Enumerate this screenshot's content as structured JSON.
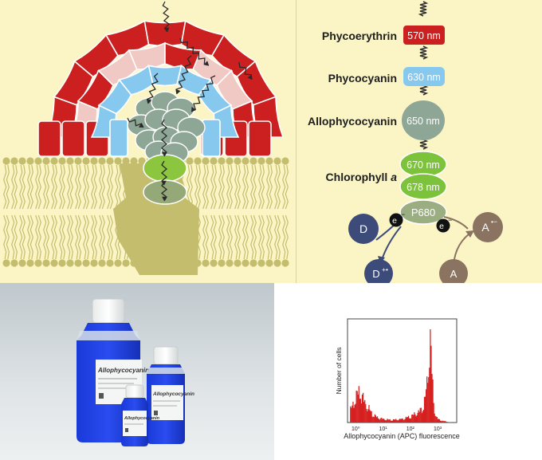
{
  "diagram": {
    "pigments": [
      {
        "name": "Phycoerythrin",
        "wavelength": "570 nm",
        "color": "#cc1f1f"
      },
      {
        "name": "Phycocyanin",
        "wavelength": "630 nm",
        "color": "#86c8ee"
      },
      {
        "name": "Allophycocyanin",
        "wavelength": "650 nm",
        "color": "#8ea696"
      },
      {
        "name": "Chlorophyll",
        "name_italic": "a",
        "wavelengths": [
          "670 nm",
          "678 nm"
        ],
        "color": "#7cc23a"
      }
    ],
    "reaction_center": "P680",
    "donor": {
      "label": "D",
      "oxidized": "D",
      "oxidized_sup": "+•"
    },
    "acceptor": {
      "label": "A",
      "reduced": "A",
      "reduced_sup": "•−"
    },
    "electron": {
      "symbol": "e",
      "sup": "−"
    },
    "colors": {
      "background": "#fbf5c6",
      "membrane": "#c4bd6e",
      "donor": "#3d4b7a",
      "acceptor": "#8a7360"
    }
  },
  "photo": {
    "label_lines": [
      "Allophycocyanin",
      "Allophycocyanin",
      "Allophycocyanin"
    ]
  },
  "chart_data": {
    "type": "area",
    "title": "",
    "xlabel": "Allophycocyanin (APC) fluorescence",
    "ylabel": "Number of cells",
    "xscale": "log",
    "xticks": [
      "10⁰",
      "10¹",
      "10²",
      "10³"
    ],
    "xlim": [
      0.5,
      5000
    ],
    "ylim": [
      0,
      100
    ],
    "grid": false,
    "color": "#d62020",
    "x": [
      0.6,
      0.8,
      1,
      1.3,
      1.7,
      2.2,
      3,
      4,
      6,
      10,
      20,
      50,
      100,
      200,
      300,
      400,
      500,
      550,
      600,
      700,
      800,
      1000,
      1500,
      3000
    ],
    "y": [
      12,
      22,
      28,
      36,
      30,
      22,
      16,
      10,
      6,
      4,
      3,
      4,
      7,
      12,
      18,
      40,
      88,
      100,
      65,
      25,
      10,
      4,
      2,
      0
    ]
  }
}
